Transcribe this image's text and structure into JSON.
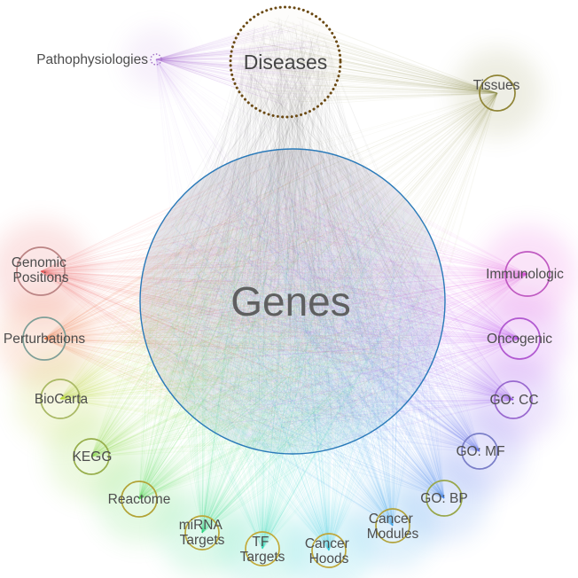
{
  "figure": {
    "background": "#ffffff",
    "label_color": "#4d4d4d"
  },
  "center": {
    "id": "genes",
    "label": "Genes",
    "stroke_color": "#2a7ab9",
    "text_color": "#565656"
  },
  "diseases": {
    "id": "diseases",
    "label": "Diseases",
    "dot_color": "#6b4a14",
    "edge_color": "#4a5648",
    "text_color": "#454545"
  },
  "satellites": [
    {
      "id": "pathophysiologies",
      "lines": [
        "Pathophysiologies"
      ],
      "fan_color": "#b274d8",
      "ring_color": "#a06cc4",
      "connects_to": [
        "diseases",
        "genes"
      ]
    },
    {
      "id": "tissues",
      "lines": [
        "Tissues"
      ],
      "fan_color": "#8d8d45",
      "ring_color": "#8f8435",
      "connects_to": [
        "genes",
        "diseases"
      ]
    },
    {
      "id": "genomic_positions",
      "lines": [
        "Genomic",
        "Positions"
      ],
      "fan_color": "#e85050",
      "ring_color": "#bb8484",
      "connects_to": [
        "genes"
      ]
    },
    {
      "id": "perturbations",
      "lines": [
        "Perturbations"
      ],
      "fan_color": "#ee6f33",
      "ring_color": "#7f9f98",
      "connects_to": [
        "genes"
      ]
    },
    {
      "id": "biocarta",
      "lines": [
        "BioCarta"
      ],
      "fan_color": "#b8d22c",
      "ring_color": "#a9b964",
      "connects_to": [
        "genes"
      ]
    },
    {
      "id": "kegg",
      "lines": [
        "KEGG"
      ],
      "fan_color": "#84d832",
      "ring_color": "#97ae4b",
      "connects_to": [
        "genes"
      ]
    },
    {
      "id": "reactome",
      "lines": [
        "Reactome"
      ],
      "fan_color": "#46d846",
      "ring_color": "#b2a336",
      "connects_to": [
        "genes"
      ]
    },
    {
      "id": "mirna_targets",
      "lines": [
        "miRNA",
        "Targets"
      ],
      "fan_color": "#2cd87c",
      "ring_color": "#bca83a",
      "connects_to": [
        "genes"
      ]
    },
    {
      "id": "tf_targets",
      "lines": [
        "TF",
        "Targets"
      ],
      "fan_color": "#20d4b4",
      "ring_color": "#c2aa3a",
      "connects_to": [
        "genes"
      ]
    },
    {
      "id": "cancer_hoods",
      "lines": [
        "Cancer",
        "Hoods"
      ],
      "fan_color": "#22c4de",
      "ring_color": "#bfa638",
      "connects_to": [
        "genes"
      ]
    },
    {
      "id": "cancer_modules",
      "lines": [
        "Cancer",
        "Modules"
      ],
      "fan_color": "#2ea2e8",
      "ring_color": "#b2a33c",
      "connects_to": [
        "genes"
      ]
    },
    {
      "id": "go_bp",
      "lines": [
        "GO: BP"
      ],
      "fan_color": "#3f82ec",
      "ring_color": "#98a64a",
      "connects_to": [
        "genes"
      ]
    },
    {
      "id": "go_mf",
      "lines": [
        "GO: MF"
      ],
      "fan_color": "#5e68ee",
      "ring_color": "#7a7ec8",
      "connects_to": [
        "genes"
      ]
    },
    {
      "id": "go_cc",
      "lines": [
        "GO: CC"
      ],
      "fan_color": "#8a50ec",
      "ring_color": "#9969cf",
      "connects_to": [
        "genes"
      ]
    },
    {
      "id": "oncogenic",
      "lines": [
        "Oncogenic"
      ],
      "fan_color": "#bb3cec",
      "ring_color": "#b159d1",
      "connects_to": [
        "genes"
      ]
    },
    {
      "id": "immunologic",
      "lines": [
        "Immunologic"
      ],
      "fan_color": "#e23cd6",
      "ring_color": "#bf59c1",
      "connects_to": [
        "genes"
      ]
    }
  ]
}
